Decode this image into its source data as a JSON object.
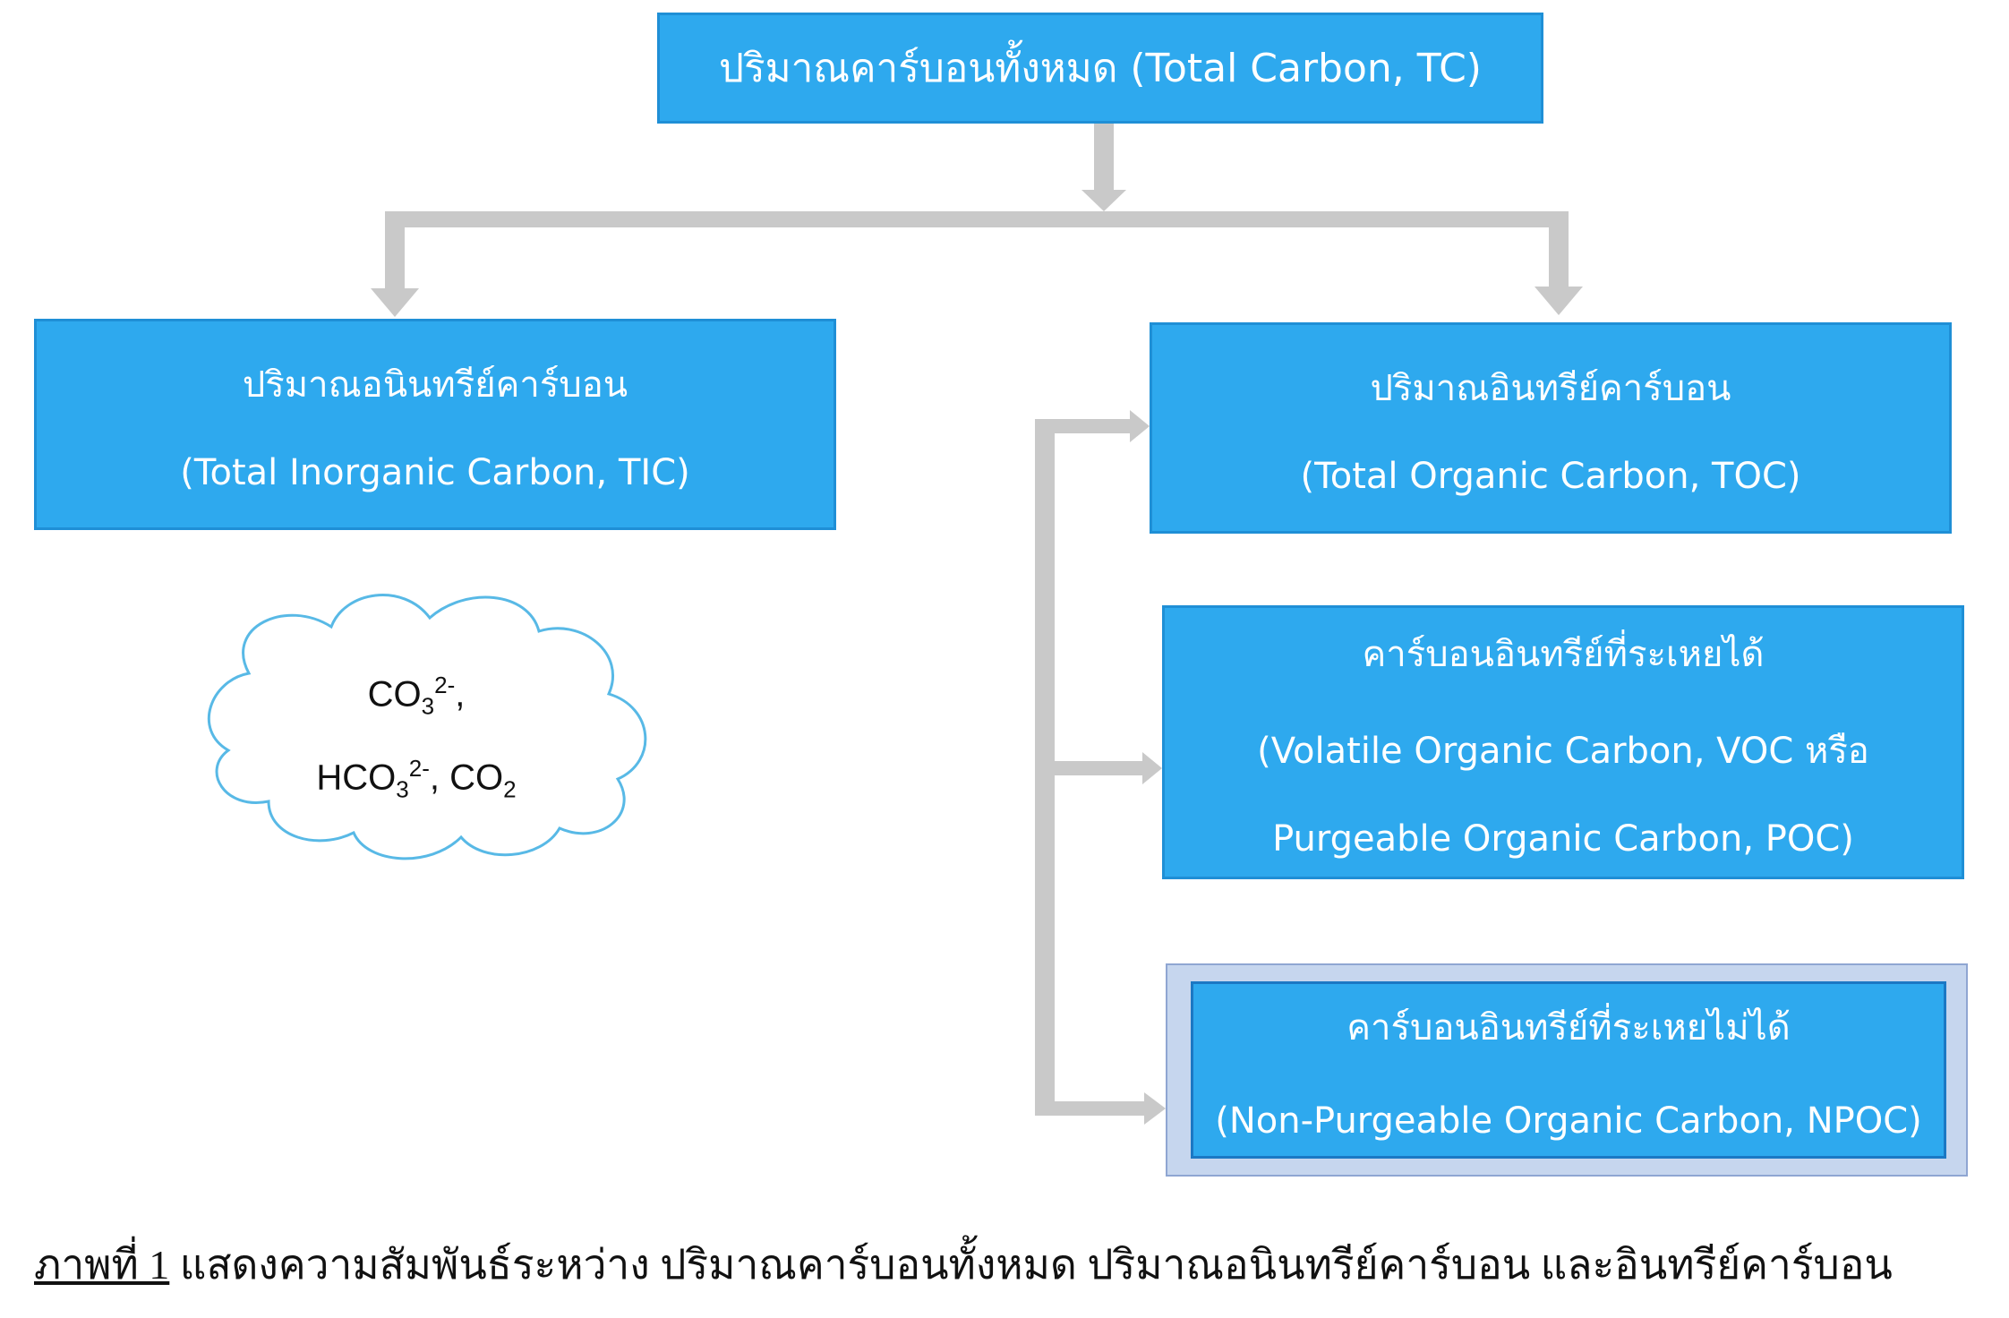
{
  "boxes": {
    "tc": {
      "line1": "ปริมาณคาร์บอนทั้งหมด (Total Carbon, TC)"
    },
    "tic": {
      "line1": "ปริมาณอนินทรีย์คาร์บอน",
      "line2": "(Total Inorganic Carbon, TIC)"
    },
    "toc": {
      "line1": "ปริมาณอินทรีย์คาร์บอน",
      "line2": "(Total Organic Carbon, TOC)"
    },
    "voc": {
      "line1": "คาร์บอนอินทรีย์ที่ระเหยได้",
      "line2": "(Volatile Organic Carbon, VOC หรือ",
      "line3": "Purgeable Organic Carbon, POC)"
    },
    "npoc": {
      "line1": "คาร์บอนอินทรีย์ที่ระเหยไม่ได้",
      "line2": "(Non-Purgeable Organic Carbon, NPOC)"
    }
  },
  "cloud": {
    "co3": "CO",
    "co3_sub": "3",
    "co3_sup": "2-",
    "co3_sep": ",",
    "hco3": "HCO",
    "hco3_sub": "3",
    "hco3_sup": "2-",
    "hco3_sep": ", ",
    "co2": "CO",
    "co2_sub": "2"
  },
  "caption": {
    "label": "ภาพที่ 1",
    "text": " แสดงความสัมพันธ์ระหว่าง ปริมาณคาร์บอนทั้งหมด ปริมาณอนินทรีย์คาร์บอน และอินทรีย์คาร์บอน"
  },
  "colors": {
    "box_fill": "#2ea9ee",
    "connector": "#c9c9c9",
    "cloud_outline": "#58b9e6"
  }
}
